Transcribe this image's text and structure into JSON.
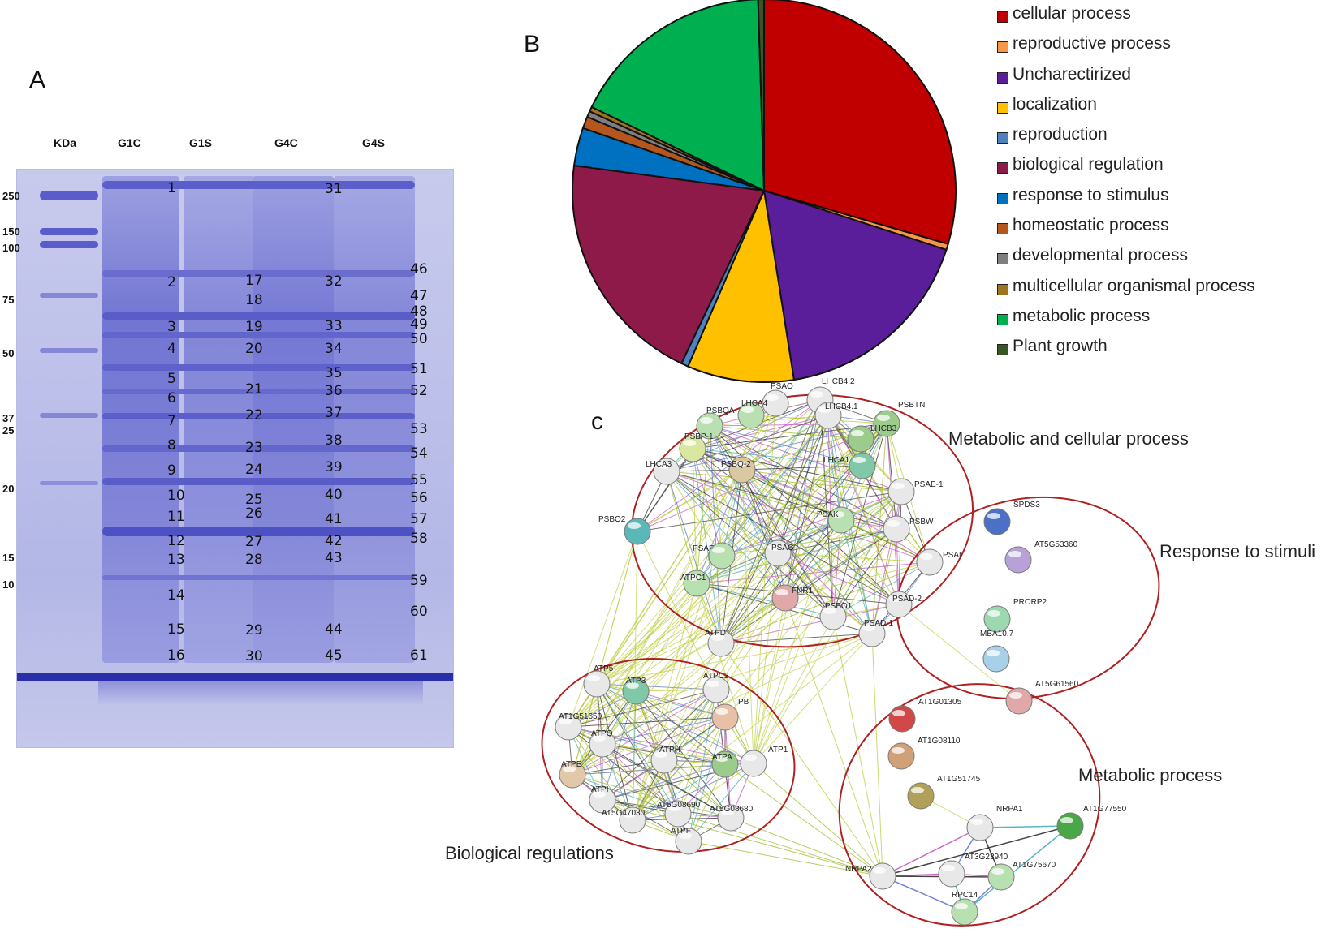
{
  "panels": {
    "a": "A",
    "b": "B",
    "c": "c"
  },
  "gel": {
    "lane_headers": [
      "KDa",
      "G1C",
      "G1S",
      "G4C",
      "G4S"
    ],
    "markers": [
      "250",
      "150",
      "100",
      "75",
      "50",
      "37",
      "25",
      "20",
      "15",
      "10"
    ],
    "lane_numbers": {
      "g1c": [
        "1",
        "2",
        "3",
        "4",
        "5",
        "6",
        "7",
        "8",
        "9",
        "10",
        "11",
        "12",
        "13",
        "14",
        "15",
        "16"
      ],
      "g1s": [
        "17",
        "18",
        "19",
        "20",
        "21",
        "22",
        "23",
        "24",
        "25",
        "26",
        "27",
        "28",
        "29",
        "30"
      ],
      "g4c": [
        "31",
        "32",
        "33",
        "34",
        "35",
        "36",
        "37",
        "38",
        "39",
        "40",
        "41",
        "42",
        "43",
        "44",
        "45"
      ],
      "g4s": [
        "46",
        "47",
        "48",
        "49",
        "50",
        "51",
        "52",
        "53",
        "54",
        "55",
        "56",
        "57",
        "58",
        "59",
        "60",
        "61"
      ]
    }
  },
  "chart_data": {
    "type": "pie",
    "slices": [
      {
        "label": "cellular process",
        "value": 29.5,
        "color": "#c00000"
      },
      {
        "label": "reproductive process",
        "value": 0.5,
        "color": "#f79646"
      },
      {
        "label": "Uncharectirized",
        "value": 17.5,
        "color": "#5a1e9a"
      },
      {
        "label": "localization",
        "value": 9.0,
        "color": "#ffc000"
      },
      {
        "label": "reproduction",
        "value": 0.6,
        "color": "#4f81bd"
      },
      {
        "label": "biological regulation",
        "value": 20.0,
        "color": "#8e1a4a"
      },
      {
        "label": "response to stimulus",
        "value": 3.2,
        "color": "#0070c0"
      },
      {
        "label": "homeostatic process",
        "value": 1.0,
        "color": "#b5561e"
      },
      {
        "label": "developmental process",
        "value": 0.5,
        "color": "#7f7f7f"
      },
      {
        "label": "multicellular organismal process",
        "value": 0.4,
        "color": "#a0741f"
      },
      {
        "label": "metabolic process",
        "value": 17.3,
        "color": "#00b050"
      },
      {
        "label": "Plant growth",
        "value": 0.5,
        "color": "#375623"
      }
    ]
  },
  "network": {
    "cluster_labels": {
      "metabolic_cellular": "Metabolic and cellular process",
      "response": "Response to stimuli",
      "metabolic": "Metabolic process",
      "biological": "Biological regulations"
    },
    "nodes": [
      {
        "id": "PSAO",
        "color": "#e8e8e8"
      },
      {
        "id": "LHCB4.2",
        "color": "#e8e8e8"
      },
      {
        "id": "PSBTN",
        "color": "#9ccc8c"
      },
      {
        "id": "LHCA4",
        "color": "#b8e0b0"
      },
      {
        "id": "LHCB4.1",
        "color": "#e8e8e8"
      },
      {
        "id": "PSBQA",
        "color": "#b8e0b0"
      },
      {
        "id": "LHCB3",
        "color": "#9ccc8c"
      },
      {
        "id": "PSBP-1",
        "color": "#d9e7a0"
      },
      {
        "id": "PSBQ-2",
        "color": "#d9c8a0"
      },
      {
        "id": "LHCA1",
        "color": "#80c8a8"
      },
      {
        "id": "PSAE-1",
        "color": "#e8e8e8"
      },
      {
        "id": "LHCA3",
        "color": "#e8e8e8"
      },
      {
        "id": "PSBO2",
        "color": "#5cb8b8"
      },
      {
        "id": "PSAK",
        "color": "#b8e0b0"
      },
      {
        "id": "PSBW",
        "color": "#e8e8e8"
      },
      {
        "id": "PSAF",
        "color": "#b8e0b0"
      },
      {
        "id": "PSAG",
        "color": "#e8e8e8"
      },
      {
        "id": "PSAL",
        "color": "#e8e8e8"
      },
      {
        "id": "FNR1",
        "color": "#e0a8a8"
      },
      {
        "id": "PSAD-2",
        "color": "#e8e8e8"
      },
      {
        "id": "ATPC1",
        "color": "#b8e0b0"
      },
      {
        "id": "PSBO1",
        "color": "#e8e8e8"
      },
      {
        "id": "PSAD-1",
        "color": "#e8e8e8"
      },
      {
        "id": "ATPD",
        "color": "#e8e8e8"
      },
      {
        "id": "SPDS3",
        "color": "#4a70c8"
      },
      {
        "id": "AT5G53360",
        "color": "#b8a0d8"
      },
      {
        "id": "PRORP2",
        "color": "#9cd8b0"
      },
      {
        "id": "MBA10.7",
        "color": "#a8d0e8"
      },
      {
        "id": "AT5G61560",
        "color": "#e0a8a8"
      },
      {
        "id": "ATP5",
        "color": "#e8e8e8"
      },
      {
        "id": "ATP3",
        "color": "#80c8a8"
      },
      {
        "id": "ATPC2",
        "color": "#e8e8e8"
      },
      {
        "id": "AT1G51650",
        "color": "#e8e8e8"
      },
      {
        "id": "PB",
        "color": "#e8c0a8"
      },
      {
        "id": "ATPQ",
        "color": "#e8e8e8"
      },
      {
        "id": "ATPE",
        "color": "#e0c8a8"
      },
      {
        "id": "ATPH",
        "color": "#e8e8e8"
      },
      {
        "id": "ATPA",
        "color": "#9ccc8c"
      },
      {
        "id": "ATP1",
        "color": "#e8e8e8"
      },
      {
        "id": "ATPI",
        "color": "#e8e8e8"
      },
      {
        "id": "AT5G08690",
        "color": "#e8e8e8"
      },
      {
        "id": "AT5G47030",
        "color": "#e8e8e8"
      },
      {
        "id": "AT5G08680",
        "color": "#e8e8e8"
      },
      {
        "id": "ATPF",
        "color": "#e8e8e8"
      },
      {
        "id": "AT1G01305",
        "color": "#d04848"
      },
      {
        "id": "AT1G08110",
        "color": "#d0a078"
      },
      {
        "id": "AT1G51745",
        "color": "#b0a058"
      },
      {
        "id": "NRPA1",
        "color": "#e8e8e8"
      },
      {
        "id": "AT1G77550",
        "color": "#48a848"
      },
      {
        "id": "NRPA2",
        "color": "#e8e8e8"
      },
      {
        "id": "AT3G23940",
        "color": "#e8e8e8"
      },
      {
        "id": "AT1G75670",
        "color": "#b8e0b0"
      },
      {
        "id": "RPC14",
        "color": "#b8e0b0"
      }
    ]
  }
}
